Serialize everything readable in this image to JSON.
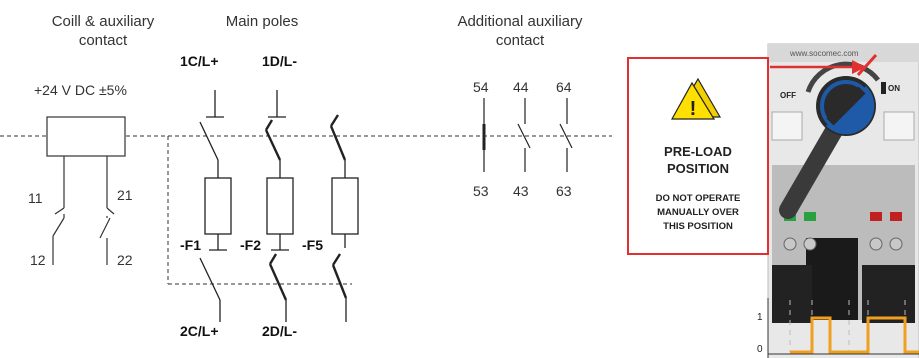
{
  "headers": {
    "coil_line1": "Coill & auxiliary",
    "coil_line2": "contact",
    "main_poles": "Main poles",
    "additional_line1": "Additional auxiliary",
    "additional_line2": "contact"
  },
  "coil": {
    "voltage": "+24 V DC ±5%",
    "terminals": [
      "11",
      "21",
      "12",
      "22"
    ]
  },
  "poles": {
    "top": [
      "1C/L+",
      "1D/L-"
    ],
    "bottom": [
      "2C/L+",
      "2D/L-"
    ],
    "fuses": [
      "-F1",
      "-F2",
      "-F5"
    ]
  },
  "aux_contacts": {
    "top": [
      "54",
      "44",
      "64"
    ],
    "bottom": [
      "53",
      "43",
      "63"
    ]
  },
  "warning": {
    "title_line1": "PRE-LOAD",
    "title_line2": "POSITION",
    "note_line1": "DO NOT OPERATE",
    "note_line2": "MANUALLY OVER",
    "note_line3": "THIS POSITION",
    "border_color": "#e03030",
    "icon": "warning-triangle-icon"
  },
  "device": {
    "brand_url": "www.socomec.com",
    "off_label": "OFF",
    "on_label": "ON",
    "knob_color": "#1e5aa8"
  },
  "timing_chart": {
    "y_labels": [
      "1",
      "0"
    ],
    "line_color": "#f0a020"
  }
}
